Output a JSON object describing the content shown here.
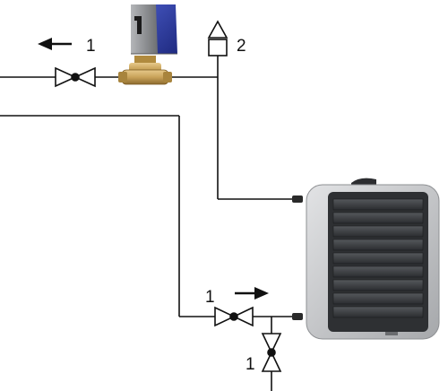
{
  "labels": {
    "top_valve": "1",
    "air_vent": "2",
    "return_valve": "1",
    "drain_valve": "1"
  },
  "colors": {
    "pipe": "#111111",
    "actuator_blue": "#2f3fa8",
    "actuator_gray": "#8d8f92",
    "brass": "#c9a35a",
    "heater_body": "#c7c9cb",
    "heater_louver": "#3b3d40"
  },
  "icons": {
    "flow_left": "arrow-left-icon",
    "flow_right": "arrow-right-icon",
    "valve": "gate-valve-icon",
    "vent": "air-vent-icon",
    "heater": "air-heater-icon"
  }
}
